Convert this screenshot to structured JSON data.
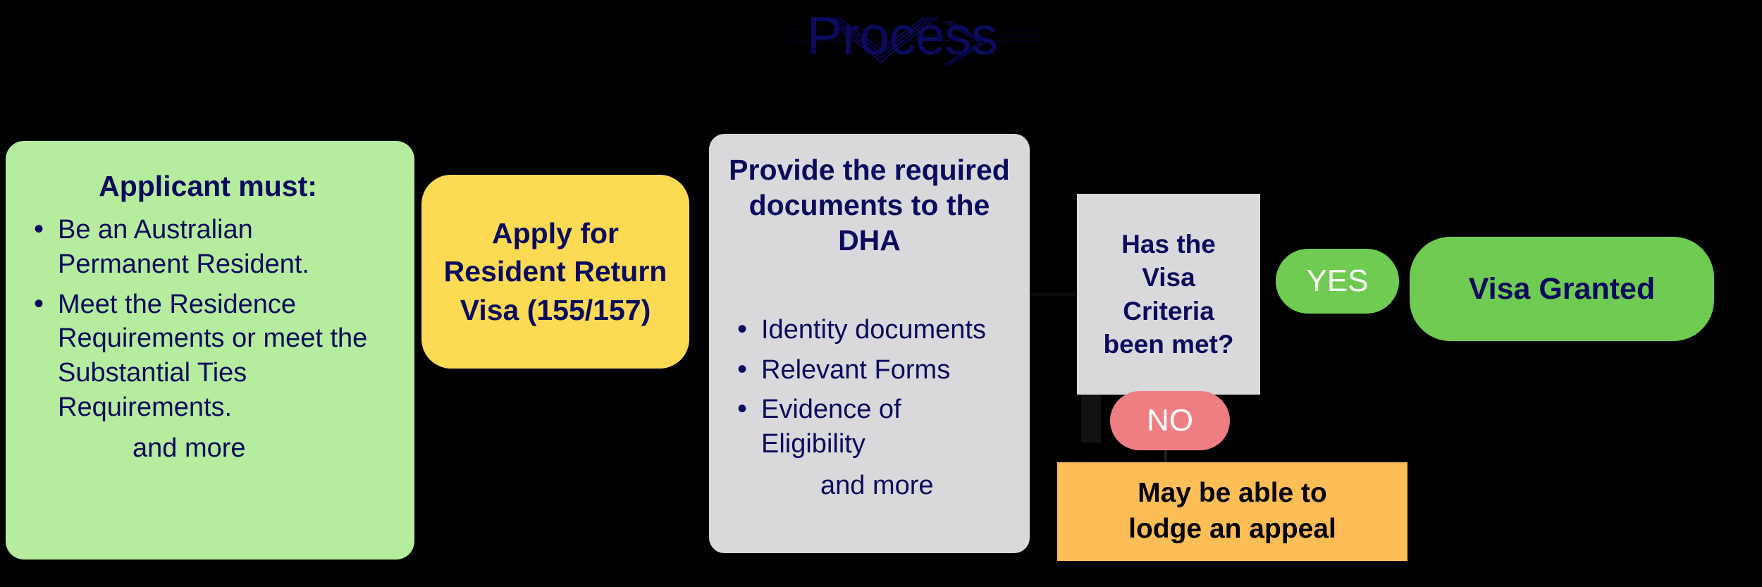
{
  "page": {
    "background_color": "#000000",
    "accent_navy": "#0B0B5E"
  },
  "title": {
    "text": "Process",
    "color": "#0B0B5E",
    "decoration_icon": "chevron-right-arrow"
  },
  "nodes": {
    "applicant": {
      "heading": "Applicant must:",
      "bullets": [
        "Be an Australian Permanent Resident.",
        "Meet the Residence Requirements or meet the Substantial Ties Requirements."
      ],
      "footer": "and more",
      "fill_color": "#B5EC9D",
      "text_color": "#0B0B5E"
    },
    "apply": {
      "lines": [
        "Apply for",
        "Resident Return",
        "Visa (155/157)"
      ],
      "fill_color": "#FCDA53",
      "text_color": "#0B0B5E"
    },
    "documents": {
      "heading": "Provide the required documents to the DHA",
      "bullets": [
        "Identity documents",
        "Relevant Forms",
        "Evidence of Eligibility"
      ],
      "footer": "and more",
      "fill_color": "#D9D9DC",
      "text_color": "#0B0B5E"
    },
    "decision": {
      "lines": [
        "Has the",
        "Visa",
        "Criteria",
        "been met?"
      ],
      "fill_color": "#D9D9DC",
      "text_color": "#0B0B5E"
    },
    "yes_branch": {
      "label": "YES",
      "fill_color": "#6FCB51",
      "text_color": "#FFFFFF"
    },
    "no_branch": {
      "label": "NO",
      "fill_color": "#EE7E82",
      "text_color": "#FFFFFF"
    },
    "visa_granted": {
      "label": "Visa Granted",
      "fill_color": "#6FCB51",
      "text_color": "#0B0B5E"
    },
    "appeal": {
      "lines": [
        "May be able to",
        "lodge an appeal"
      ],
      "fill_color": "#FDBE57",
      "text_color": "#000000"
    }
  }
}
